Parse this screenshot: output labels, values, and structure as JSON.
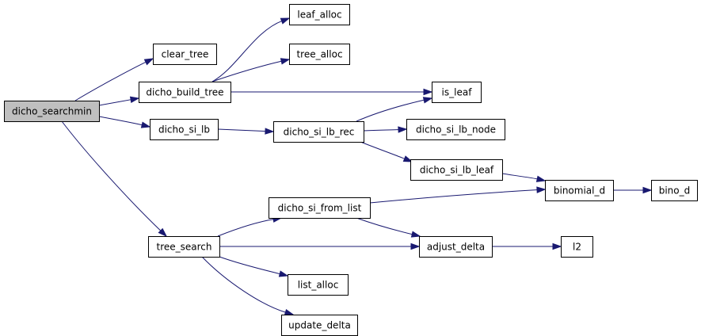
{
  "colors": {
    "edge": "#191970",
    "root_fill": "#bfbfbf",
    "node_fill": "#ffffff",
    "node_stroke": "#000000"
  },
  "nodes": [
    {
      "id": "dicho_searchmin",
      "label": "dicho_searchmin",
      "root": true
    },
    {
      "id": "clear_tree",
      "label": "clear_tree"
    },
    {
      "id": "dicho_build_tree",
      "label": "dicho_build_tree"
    },
    {
      "id": "leaf_alloc",
      "label": "leaf_alloc"
    },
    {
      "id": "tree_alloc",
      "label": "tree_alloc"
    },
    {
      "id": "is_leaf",
      "label": "is_leaf"
    },
    {
      "id": "dicho_si_lb",
      "label": "dicho_si_lb"
    },
    {
      "id": "dicho_si_lb_rec",
      "label": "dicho_si_lb_rec"
    },
    {
      "id": "dicho_si_lb_node",
      "label": "dicho_si_lb_node"
    },
    {
      "id": "dicho_si_lb_leaf",
      "label": "dicho_si_lb_leaf"
    },
    {
      "id": "binomial_d",
      "label": "binomial_d"
    },
    {
      "id": "bino_d",
      "label": "bino_d"
    },
    {
      "id": "tree_search",
      "label": "tree_search"
    },
    {
      "id": "dicho_si_from_list",
      "label": "dicho_si_from_list"
    },
    {
      "id": "adjust_delta",
      "label": "adjust_delta"
    },
    {
      "id": "l2",
      "label": "l2"
    },
    {
      "id": "list_alloc",
      "label": "list_alloc"
    },
    {
      "id": "update_delta",
      "label": "update_delta"
    }
  ],
  "edges": [
    {
      "from": "dicho_searchmin",
      "to": "clear_tree"
    },
    {
      "from": "dicho_searchmin",
      "to": "dicho_build_tree"
    },
    {
      "from": "dicho_searchmin",
      "to": "dicho_si_lb"
    },
    {
      "from": "dicho_searchmin",
      "to": "tree_search"
    },
    {
      "from": "dicho_build_tree",
      "to": "leaf_alloc"
    },
    {
      "from": "dicho_build_tree",
      "to": "tree_alloc"
    },
    {
      "from": "dicho_build_tree",
      "to": "is_leaf"
    },
    {
      "from": "dicho_si_lb",
      "to": "dicho_si_lb_rec"
    },
    {
      "from": "dicho_si_lb_rec",
      "to": "is_leaf"
    },
    {
      "from": "dicho_si_lb_rec",
      "to": "dicho_si_lb_node"
    },
    {
      "from": "dicho_si_lb_rec",
      "to": "dicho_si_lb_leaf"
    },
    {
      "from": "dicho_si_lb_leaf",
      "to": "binomial_d"
    },
    {
      "from": "binomial_d",
      "to": "bino_d"
    },
    {
      "from": "tree_search",
      "to": "dicho_si_from_list"
    },
    {
      "from": "tree_search",
      "to": "adjust_delta"
    },
    {
      "from": "tree_search",
      "to": "list_alloc"
    },
    {
      "from": "tree_search",
      "to": "update_delta"
    },
    {
      "from": "dicho_si_from_list",
      "to": "binomial_d"
    },
    {
      "from": "dicho_si_from_list",
      "to": "adjust_delta"
    },
    {
      "from": "adjust_delta",
      "to": "l2"
    }
  ]
}
